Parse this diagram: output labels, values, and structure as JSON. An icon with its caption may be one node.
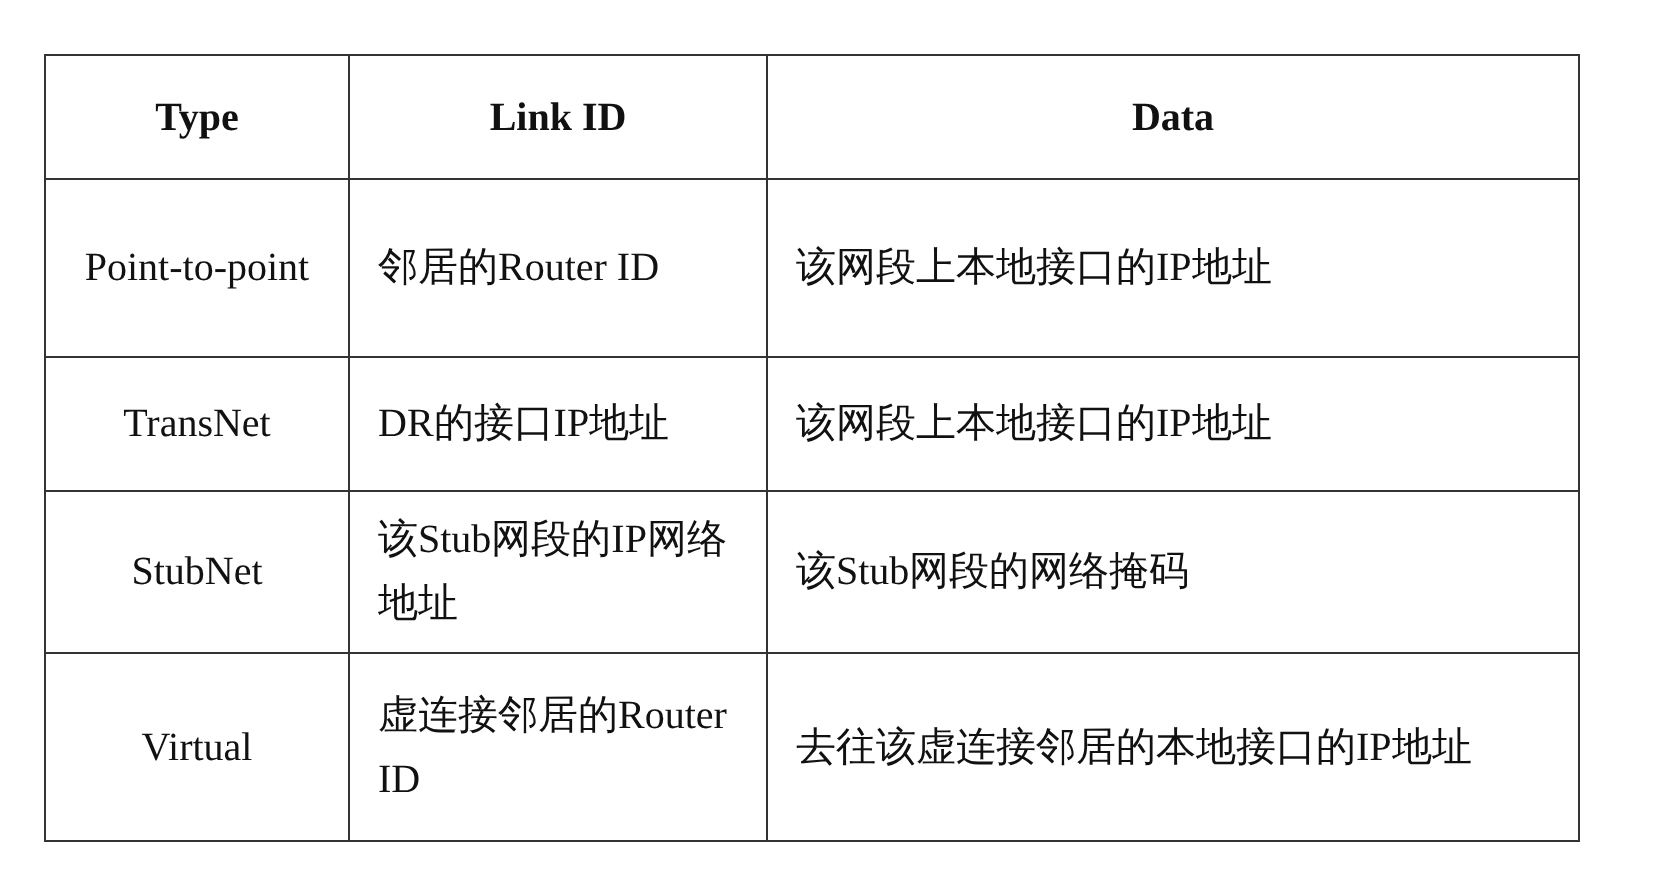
{
  "diagram": {
    "labels": [
      "Type",
      "Link ID",
      "Data",
      "Point-to-point",
      "邻居的Router ID",
      "该网段上本地接口的IP地址",
      "TransNet",
      "DR的接口IP地址",
      "该网段上本地接口的IP地址",
      "StubNet",
      "该Stub网段的IP网络地址",
      "该Stub网段的网络掩码",
      "Virtual",
      "虚连接邻居的Router ID",
      "去往该虚连接邻居的本地接口的IP地址"
    ]
  }
}
